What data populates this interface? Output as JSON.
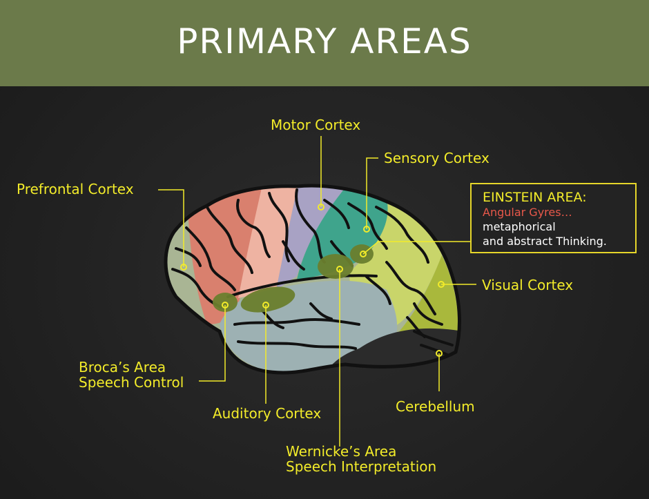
{
  "title": "PRIMARY AREAS",
  "labels": {
    "motor": "Motor Cortex",
    "sensory": "Sensory Cortex",
    "prefrontal": "Prefrontal Cortex",
    "visual": "Visual Cortex",
    "broca_1": "Broca’s Area",
    "broca_2": "Speech Control",
    "auditory": "Auditory Cortex",
    "cerebellum": "Cerebellum",
    "wernicke_1": "Wernicke’s Area",
    "wernicke_2": "Speech Interpretation"
  },
  "einstein": {
    "title": "EINSTEIN AREA:",
    "subtitle": "Angular Gyres…",
    "line1": "metaphorical",
    "line2": "and abstract Thinking."
  },
  "colors": {
    "header": "#6b7a4a",
    "label": "#f3ec2a",
    "accent_red": "#e8584a",
    "prefrontal": "#a9b594",
    "frontal": "#d9806e",
    "motor": "#eeb3a2",
    "sensory_strip": "#a8a2c4",
    "sensory": "#3fa48c",
    "parietal": "#c9d56a",
    "occipital": "#a9b83c",
    "temporal": "#9db1b3",
    "cerebellum": "#2b2b2b",
    "hotspot": "#6b7f2e"
  }
}
